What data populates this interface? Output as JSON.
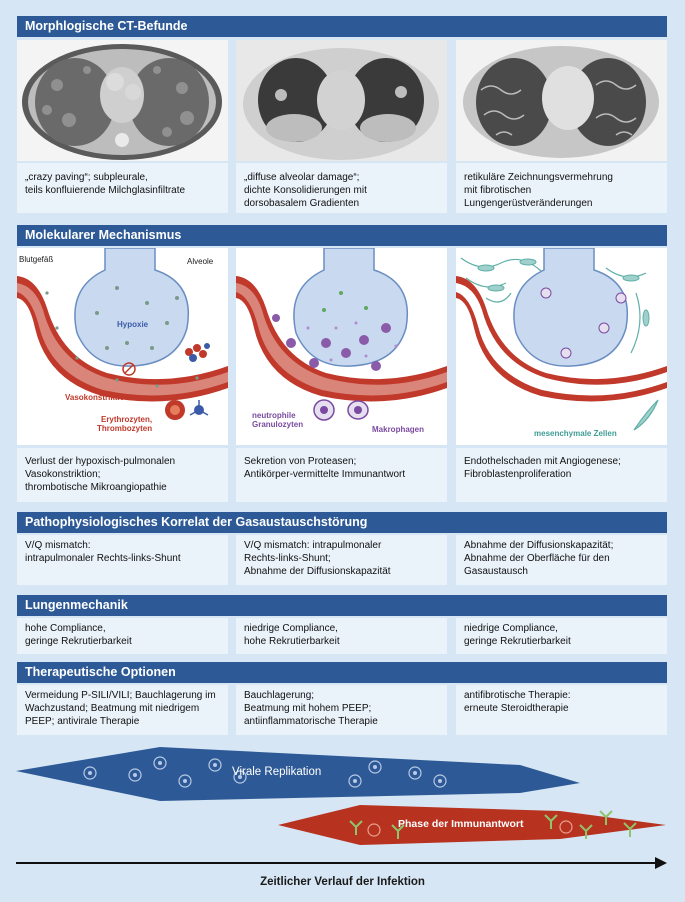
{
  "sections": {
    "ct": {
      "title": "Morphlogische CT-Befunde",
      "captions": [
        "„crazy paving“; subpleurale,\nteils konfluierende Milchglasinfiltrate",
        "„diffuse alveolar damage“;\ndichte Konsolidierungen mit\ndorsobasalem Gradienten",
        "retikuläre Zeichnungsvermehrung\nmit fibrotischen\nLungengerüstveränderungen"
      ]
    },
    "mechanism": {
      "title": "Molekularer Mechanismus",
      "labels": {
        "blood_vessel": "Blutgefäß",
        "alveole": "Alveole",
        "hypoxia": "Hypoxie",
        "vasoconstriction": "Vasokonstriktion",
        "erythrocytes": "Erythrozyten,\nThrombozyten",
        "neutrophils": "neutrophile\nGranulozyten",
        "macrophages": "Makrophagen",
        "mesenchymal": "mesenchymale Zellen"
      },
      "captions": [
        "Verlust der hypoxisch-pulmonalen\nVasokonstriktion;\nthrombotische Mikroangiopathie",
        "Sekretion von Proteasen;\nAntikörper-vermittelte Immunantwort",
        "Endothelschaden mit Angiogenese;\nFibroblastenproliferation"
      ]
    },
    "pathophysiology": {
      "title": "Pathophysiologisches Korrelat der Gasaustauschstörung",
      "cells": [
        "V/Q mismatch:\nintrapulmonaler Rechts-links-Shunt",
        "V/Q mismatch: intrapulmonaler\nRechts-links-Shunt;\nAbnahme der Diffusionskapazität",
        "Abnahme der Diffusionskapazität;\nAbnahme der Oberfläche für den\nGasaustausch"
      ]
    },
    "mechanics": {
      "title": "Lungenmechanik",
      "cells": [
        "hohe Compliance,\ngeringe Rekrutierbarkeit",
        "niedrige Compliance,\nhohe Rekrutierbarkeit",
        "niedrige Compliance,\ngeringe Rekrutierbarkeit"
      ]
    },
    "therapy": {
      "title": "Therapeutische Optionen",
      "cells": [
        "Vermeidung P-SILI/VILI; Bauchlagerung im\nWachzustand; Beatmung mit niedrigem\nPEEP; antivirale Therapie",
        "Bauchlagerung;\nBeatmung mit hohem PEEP;\nantiinflammatorische Therapie",
        "antifibrotische Therapie:\nerneute Steroidtherapie"
      ]
    }
  },
  "phases": {
    "viral": "Virale Replikation",
    "immune": "Phase der Immunantwort"
  },
  "timeline": "Zeitlicher Verlauf der Infektion",
  "colors": {
    "header": "#2d5a96",
    "viral": "#2d5a96",
    "immune": "#b83220",
    "vessel": "#b83220",
    "alveole": "#c9daf0"
  }
}
